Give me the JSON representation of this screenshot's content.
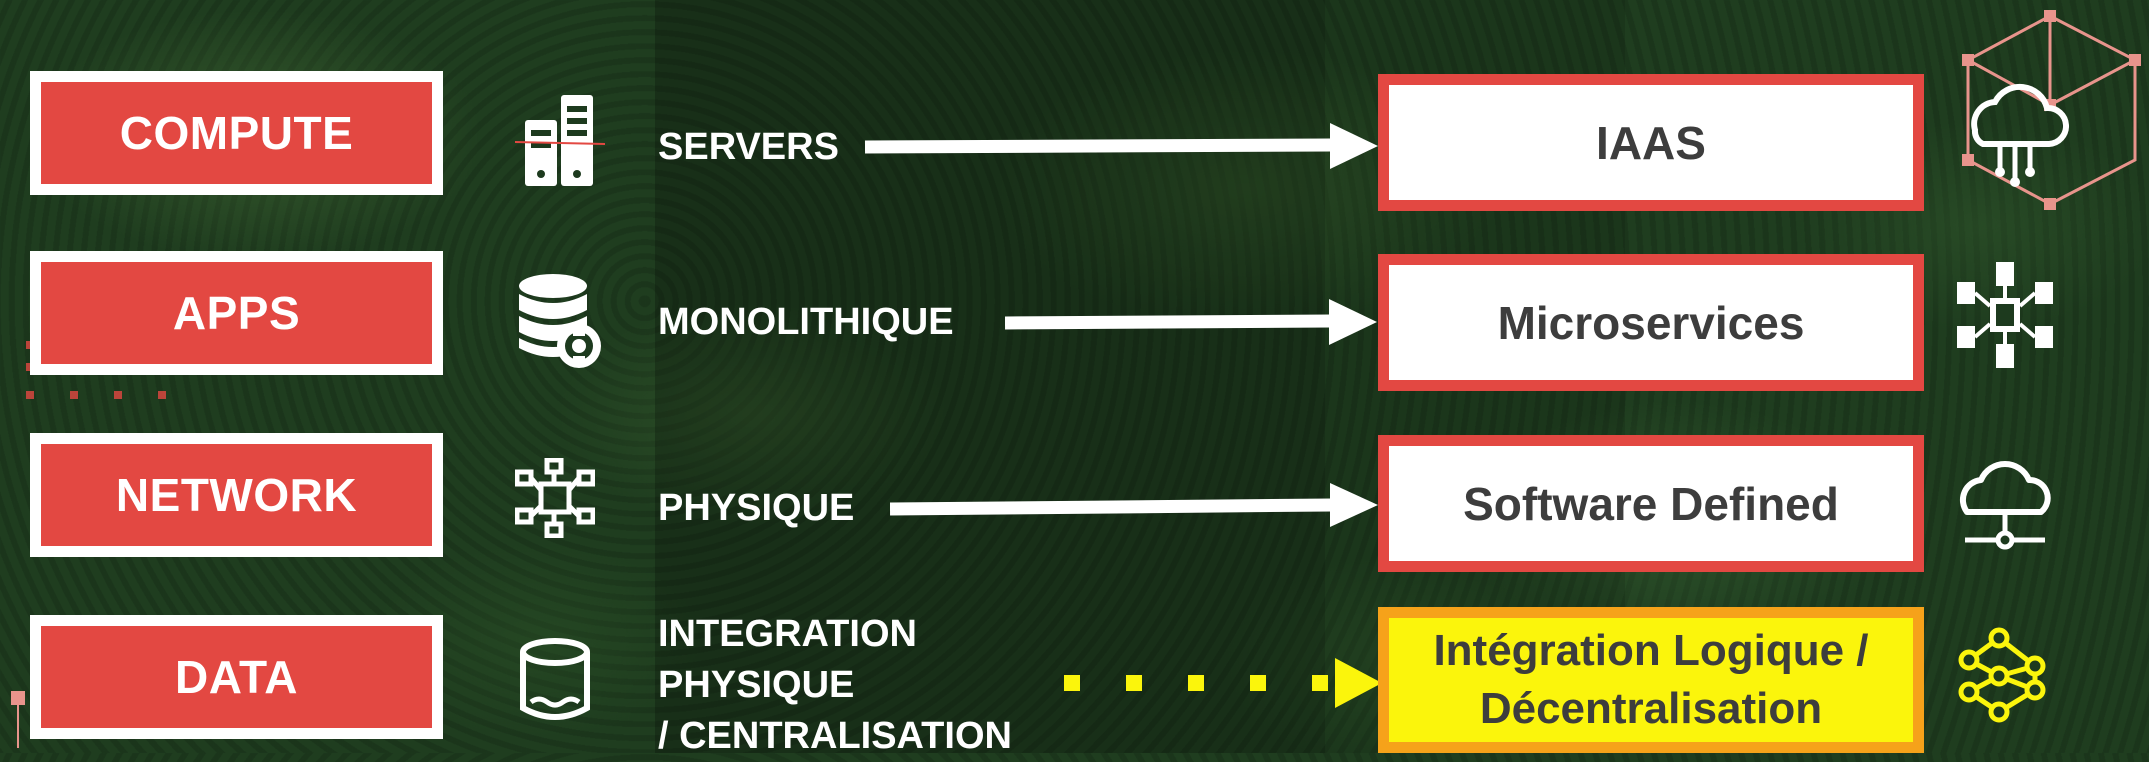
{
  "rows": [
    {
      "category": "COMPUTE",
      "icon": "server-icon",
      "label": "SERVERS",
      "target": "IAAS",
      "target_icon": "cloud-chip-icon",
      "arrow": "solid"
    },
    {
      "category": "APPS",
      "icon": "database-gear-icon",
      "label": "MONOLITHIQUE",
      "target": "Microservices",
      "target_icon": "microservices-icon",
      "arrow": "solid"
    },
    {
      "category": "NETWORK",
      "icon": "network-nodes-icon",
      "label": "PHYSIQUE",
      "target": "Software Defined",
      "target_icon": "cloud-network-icon",
      "arrow": "solid"
    },
    {
      "category": "DATA",
      "icon": "database-icon",
      "label_lines": [
        "INTEGRATION",
        "PHYSIQUE",
        "/ CENTRALISATION"
      ],
      "target_lines": [
        "Intégration Logique /",
        "Décentralisation"
      ],
      "target_icon": "neural-network-icon",
      "arrow": "dotted"
    }
  ],
  "colors": {
    "red": "#e34842",
    "white": "#ffffff",
    "yellow": "#fbf50c",
    "orange": "#f6a21a",
    "text_dark": "#3d3d3d"
  }
}
